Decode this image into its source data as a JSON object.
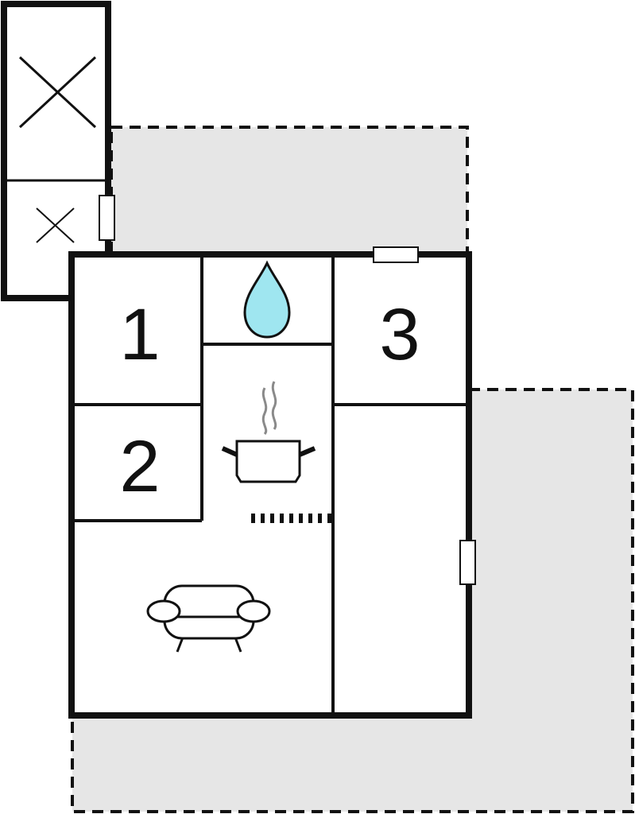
{
  "colors": {
    "wall": "#111111",
    "terrace_fill": "#e6e6e6",
    "water_drop": "#9fe6f0",
    "steam": "#8a8a8a",
    "background": "#ffffff"
  },
  "rooms": [
    {
      "id": "room-1",
      "label": "1",
      "type": "bedroom"
    },
    {
      "id": "room-2",
      "label": "2",
      "type": "bedroom"
    },
    {
      "id": "room-3",
      "label": "3",
      "type": "bedroom"
    }
  ],
  "icons": {
    "bathroom": "water-drop-icon",
    "kitchen": "cooking-pot-icon",
    "living": "sofa-icon",
    "storage": "cross-icon"
  }
}
